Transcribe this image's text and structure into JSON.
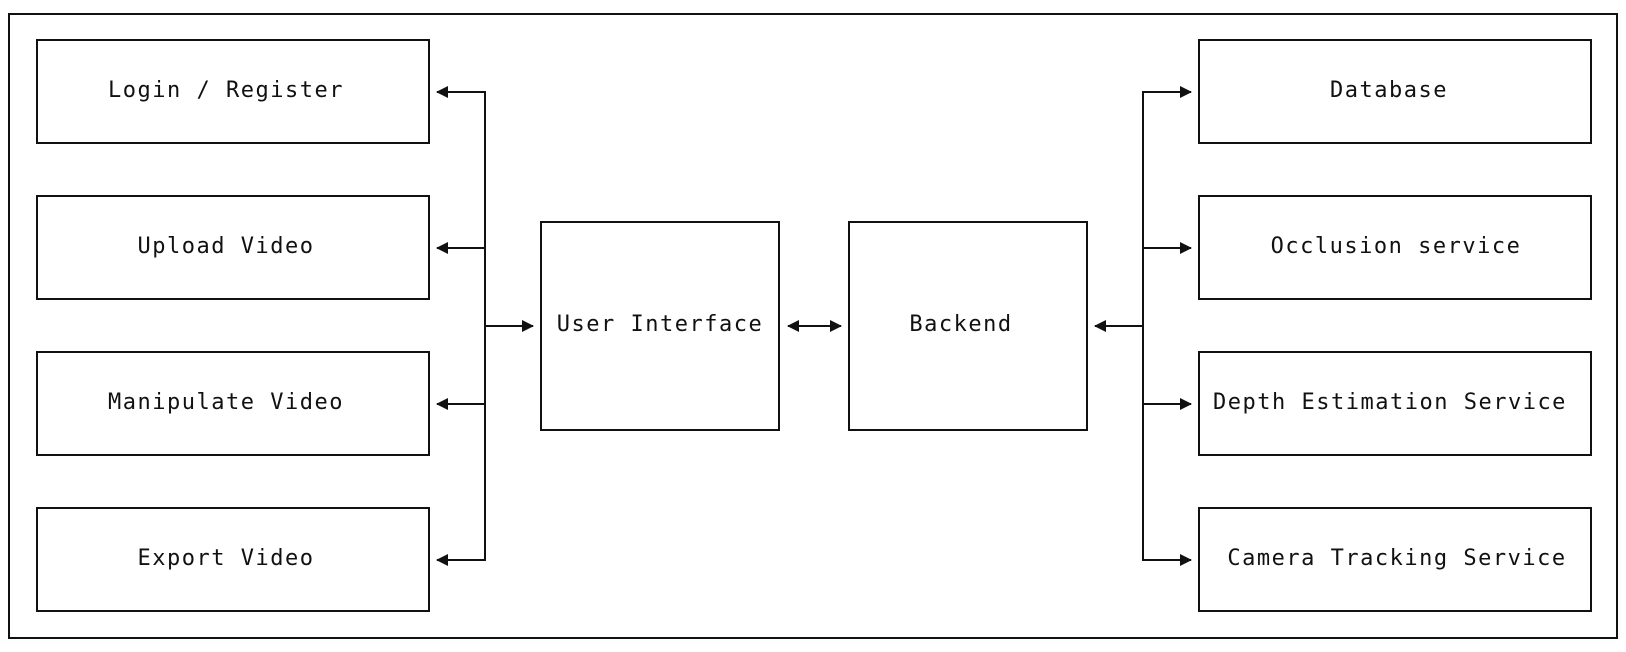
{
  "diagram": {
    "ui_features": [
      {
        "label": "Login / Register"
      },
      {
        "label": "Upload Video"
      },
      {
        "label": "Manipulate Video"
      },
      {
        "label": "Export Video"
      }
    ],
    "user_interface": {
      "label": "User Interface"
    },
    "backend": {
      "label": "Backend"
    },
    "services": [
      {
        "label": "Database"
      },
      {
        "label": "Occlusion service"
      },
      {
        "label": "Depth Estimation Service"
      },
      {
        "label": "Camera Tracking Service"
      }
    ]
  }
}
